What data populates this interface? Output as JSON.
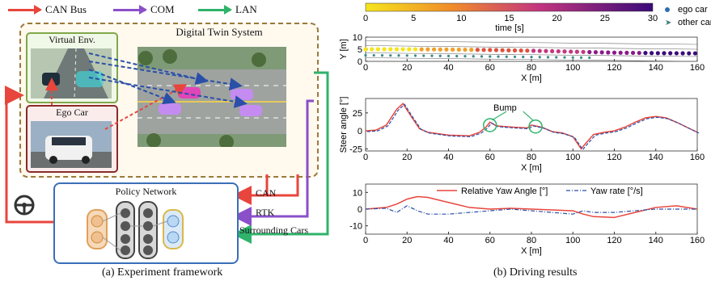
{
  "legend": {
    "items": [
      {
        "label": "CAN Bus",
        "color": "#e8453c"
      },
      {
        "label": "COM",
        "color": "#8a4fc9"
      },
      {
        "label": "LAN",
        "color": "#2fb36b"
      }
    ]
  },
  "framework": {
    "digital_twin_title": "Digital Twin System",
    "virtual_env_label": "Virtual Env.",
    "ego_car_label": "Ego Car",
    "policy_network_label": "Policy Network",
    "inputs": [
      "CAN",
      "RTK",
      "Surrounding Cars"
    ],
    "caption": "(a)  Experiment framework"
  },
  "results": {
    "caption": "(b)  Driving results",
    "colorbar": {
      "ticks": [
        "0",
        "5",
        "10",
        "15",
        "20",
        "25",
        "30"
      ],
      "label": "time [s]"
    },
    "scatter_legend": [
      "ego car",
      "other car"
    ],
    "bump_label": "Bump"
  },
  "chart_data": [
    {
      "type": "scatter",
      "xlabel": "X [m]",
      "ylabel": "Y [m]",
      "xlim": [
        0,
        160
      ],
      "ylim": [
        0,
        10
      ],
      "xticks": [
        0,
        20,
        40,
        60,
        80,
        100,
        120,
        140,
        160
      ],
      "yticks": [
        0,
        5,
        10
      ],
      "series": [
        {
          "name": "ego car",
          "x": [
            0,
            20,
            40,
            60,
            80,
            100,
            120,
            140,
            160
          ],
          "y": [
            5,
            5,
            4.9,
            4.7,
            4.4,
            4,
            3.6,
            3.4,
            3.3
          ]
        },
        {
          "name": "other car",
          "x": [
            0,
            20,
            40,
            60,
            80,
            100,
            110
          ],
          "y": [
            2.5,
            2.4,
            2.2,
            2.0,
            1.8,
            1.6,
            1.5
          ]
        }
      ]
    },
    {
      "type": "line",
      "xlabel": "X [m]",
      "ylabel": "Steer angle [°]",
      "xlim": [
        0,
        160
      ],
      "ylim": [
        -28,
        45
      ],
      "xticks": [
        0,
        20,
        40,
        60,
        80,
        100,
        120,
        140,
        160
      ],
      "yticks": [
        -25,
        0,
        25
      ],
      "series": [
        {
          "x": [
            0,
            5,
            10,
            15,
            18,
            22,
            26,
            30,
            40,
            50,
            55,
            58,
            60,
            63,
            67,
            72,
            78,
            80,
            85,
            90,
            95,
            100,
            104,
            106,
            110,
            115,
            120,
            125,
            130,
            135,
            140,
            145,
            150,
            155,
            160
          ],
          "y": [
            0,
            1,
            8,
            30,
            38,
            20,
            3,
            -2,
            -6,
            -7,
            -2,
            5,
            12,
            7,
            6,
            5,
            4,
            8,
            5,
            -1,
            -3,
            -8,
            -25,
            -18,
            -5,
            -2,
            0,
            5,
            12,
            18,
            20,
            18,
            12,
            5,
            -2
          ]
        }
      ]
    },
    {
      "type": "line",
      "xlabel": "X [m]",
      "ylabel": "",
      "xlim": [
        0,
        160
      ],
      "ylim": [
        -15,
        15
      ],
      "xticks": [
        0,
        20,
        40,
        60,
        80,
        100,
        120,
        140,
        160
      ],
      "yticks": [
        -10,
        0,
        10
      ],
      "series": [
        {
          "name": "Relative Yaw Angle [°]",
          "x": [
            0,
            10,
            15,
            20,
            25,
            30,
            40,
            50,
            60,
            70,
            80,
            90,
            100,
            105,
            110,
            120,
            130,
            140,
            150,
            160
          ],
          "y": [
            0,
            1,
            3,
            6,
            7.5,
            7,
            4,
            1,
            0,
            0.5,
            0,
            -0.5,
            -1,
            -3,
            -4.5,
            -5,
            -2,
            1,
            2,
            0
          ]
        },
        {
          "name": "Yaw rate [°/s]",
          "x": [
            0,
            10,
            15,
            20,
            25,
            30,
            40,
            50,
            60,
            70,
            80,
            90,
            100,
            105,
            110,
            120,
            130,
            140,
            150,
            160
          ],
          "y": [
            0,
            0.5,
            -2,
            2,
            -1,
            -3,
            -3,
            -2,
            -1,
            0,
            -1,
            -2,
            -3,
            -1,
            -2,
            -2,
            -1,
            0,
            0,
            0
          ]
        }
      ]
    }
  ]
}
